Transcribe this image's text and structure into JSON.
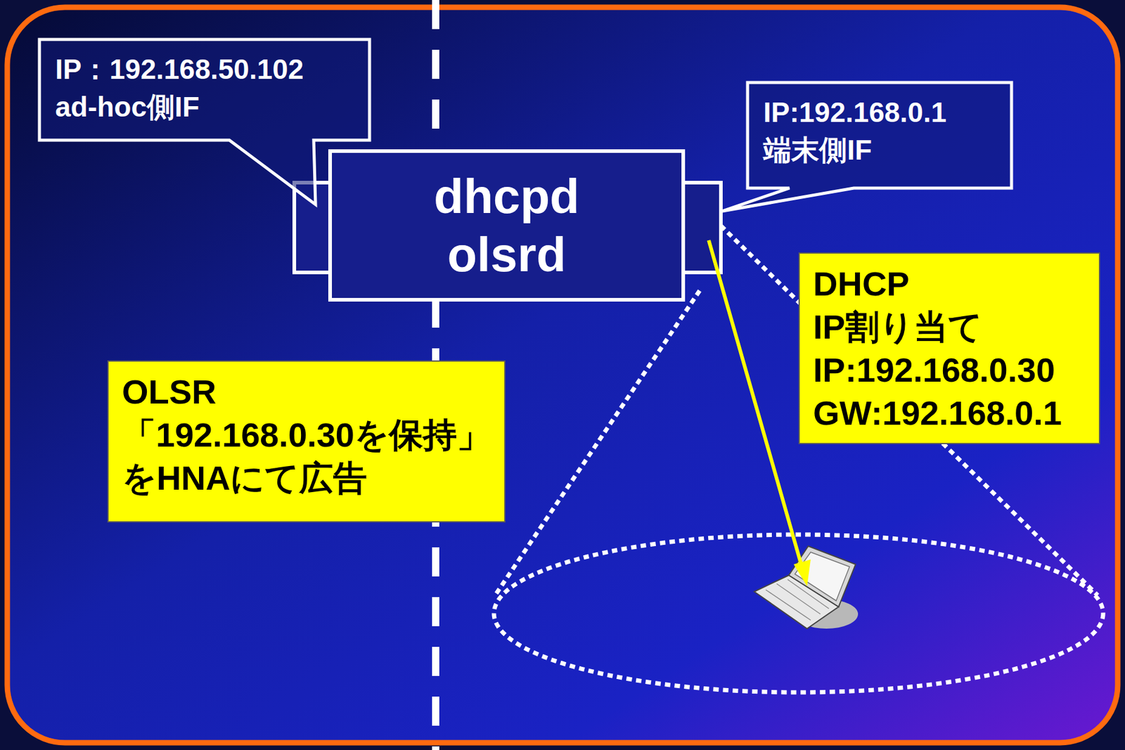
{
  "diagram": {
    "nodes": [
      {
        "text": [
          "IP：192.168.50.102",
          "ad-hoc側IF"
        ]
      },
      {
        "text": [
          "dhcpd",
          "olsrd"
        ]
      },
      {
        "text": [
          "IP:192.168.0.1",
          "端末側IF"
        ]
      },
      {
        "text": [
          "DHCP",
          "IP割り当て",
          "IP:192.168.0.30",
          "GW:192.168.0.1"
        ]
      },
      {
        "text": [
          "OLSR",
          "「192.168.0.30を保持」",
          "をHNAにて広告"
        ]
      }
    ]
  }
}
